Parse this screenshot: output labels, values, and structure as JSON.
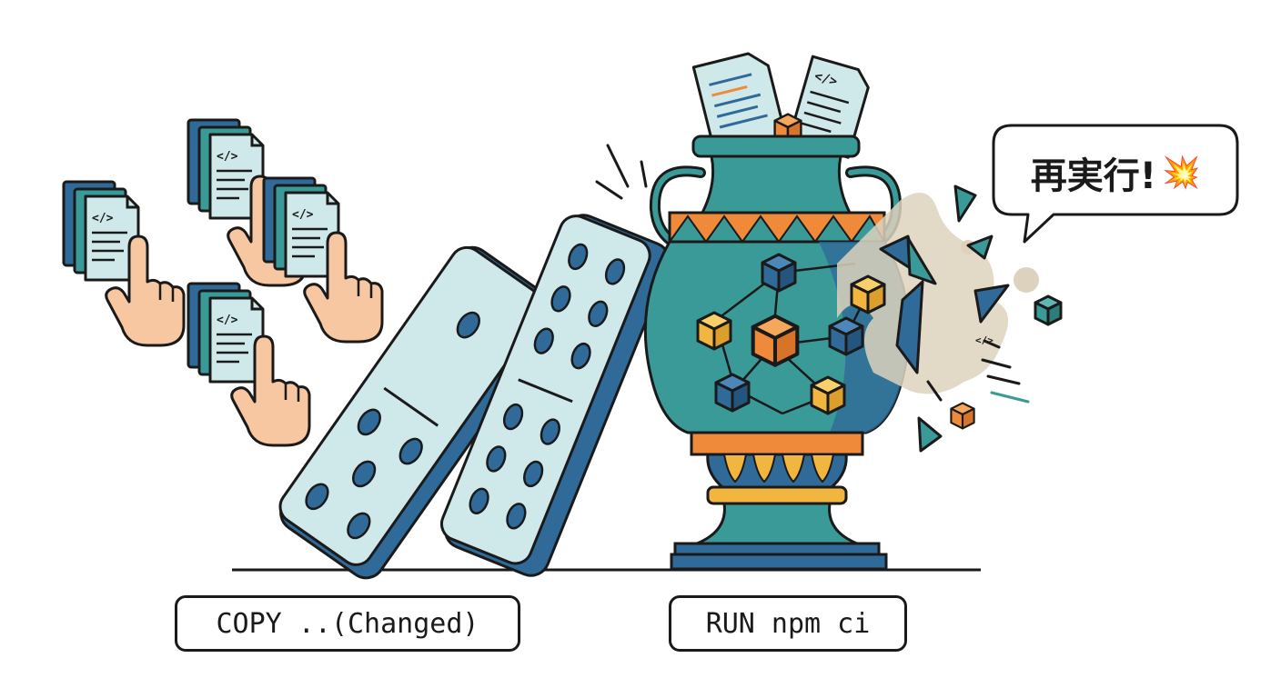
{
  "labels": {
    "copy_step": "COPY ..(Changed)",
    "run_step": "RUN npm ci"
  },
  "speech_bubble": {
    "text": "再実行!",
    "emoji": "💥"
  },
  "icons": {
    "code_file": "</>"
  },
  "colors": {
    "outline": "#1a1a1a",
    "teal": "#3a9a98",
    "dark_blue": "#2f6a99",
    "light_teal": "#cfe9ea",
    "orange": "#ee8a3a",
    "yellow": "#f2b640",
    "skin": "#f6c7a0",
    "dust": "#ddd2bd"
  }
}
